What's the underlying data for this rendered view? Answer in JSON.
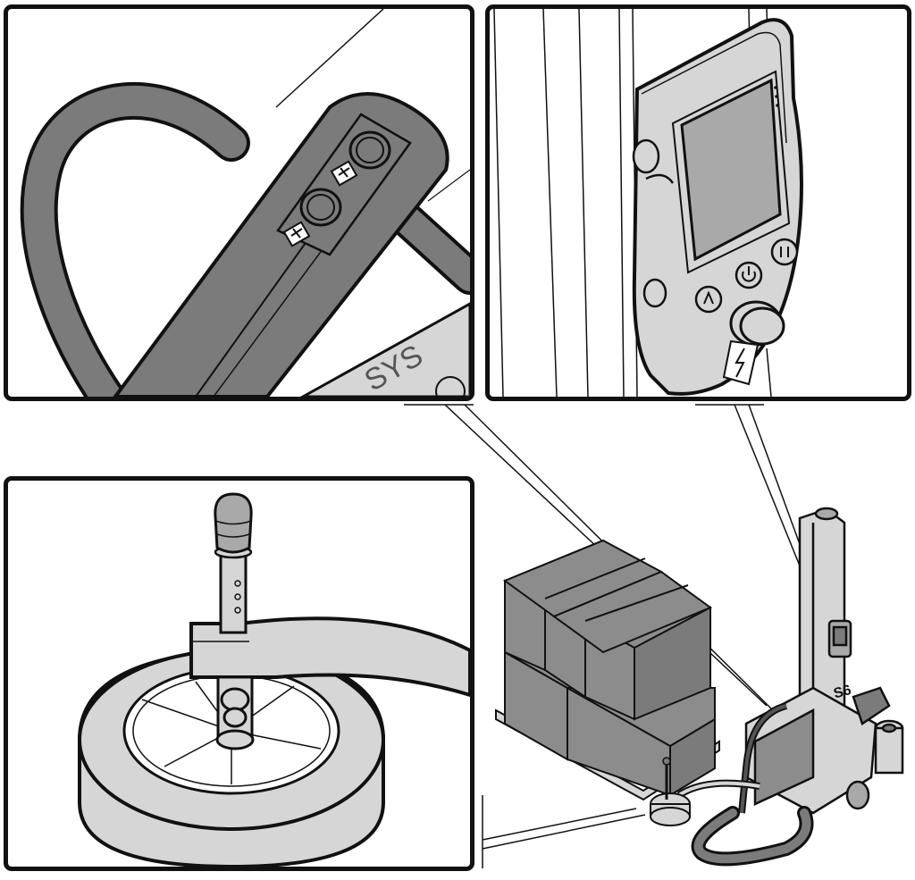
{
  "handle_panel": {
    "plate_text": "SYS"
  },
  "machine": {
    "model_label": "S6"
  },
  "colors": {
    "outline": "#111111",
    "dark_gray": "#7b7b7b",
    "mid_gray": "#a9a9a9",
    "light_gray": "#d6d6d6",
    "box_gray": "#8c8c8c",
    "background": "#ffffff"
  },
  "icons": [
    "emergency-stop-knob",
    "power-button",
    "pause-button",
    "reset-button",
    "lightning-warning-icon",
    "wheel-icon",
    "joystick-icon"
  ]
}
